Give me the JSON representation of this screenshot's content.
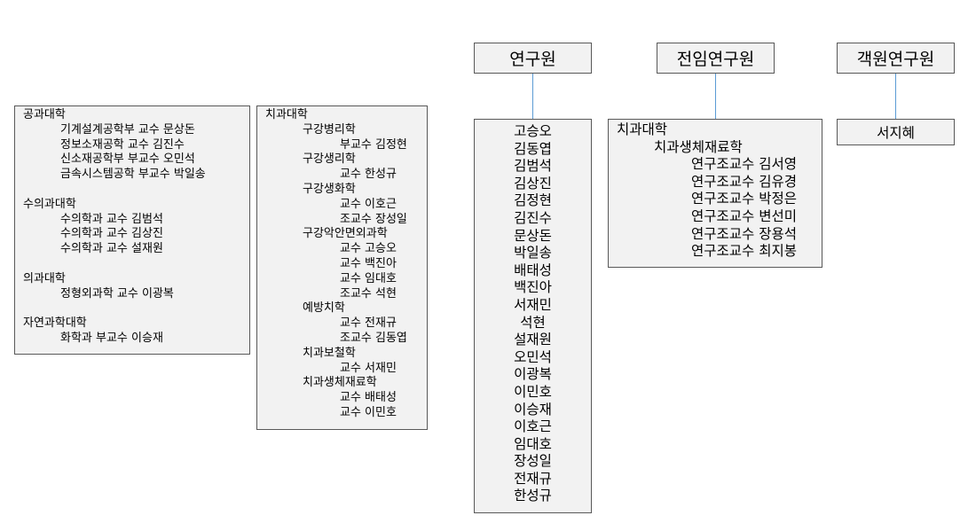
{
  "left_box": {
    "groups": [
      {
        "college": "공과대학",
        "members": [
          "기계설계공학부 교수 문상돈",
          "정보소재공학 교수 김진수",
          "신소재공학부 부교수 오민석",
          "금속시스템공학 부교수 박일송"
        ]
      },
      {
        "college": "수의과대학",
        "members": [
          "수의학과 교수 김범석",
          "수의학과 교수 김상진",
          "수의학과 교수 설재원"
        ]
      },
      {
        "college": "의과대학",
        "members": [
          "정형외과학 교수 이광복"
        ]
      },
      {
        "college": "자연과학대학",
        "members": [
          "화학과 부교수 이승재"
        ]
      }
    ]
  },
  "dental_box": {
    "college": "치과대학",
    "departments": [
      {
        "name": "구강병리학",
        "members": [
          "부교수 김정현"
        ]
      },
      {
        "name": "구강생리학",
        "members": [
          "교수 한성규"
        ]
      },
      {
        "name": "구강생화학",
        "members": [
          "교수 이호근",
          "조교수 장성일"
        ]
      },
      {
        "name": "구강악안면외과학",
        "members": [
          "교수 고승오",
          "교수 백진아",
          "교수 임대호",
          "조교수 석현"
        ]
      },
      {
        "name": "예방치학",
        "members": [
          "교수 전재규",
          "조교수 김동엽"
        ]
      },
      {
        "name": "치과보철학",
        "members": [
          "교수 서재민"
        ]
      },
      {
        "name": "치과생체재료학",
        "members": [
          "교수 배태성",
          "교수 이민호"
        ]
      }
    ]
  },
  "researchers": {
    "title": "연구원",
    "names": [
      "고승오",
      "김동엽",
      "김범석",
      "김상진",
      "김정현",
      "김진수",
      "문상돈",
      "박일송",
      "배태성",
      "백진아",
      "서재민",
      "석현",
      "설재원",
      "오민석",
      "이광복",
      "이민호",
      "이승재",
      "이호근",
      "임대호",
      "장성일",
      "전재규",
      "한성규"
    ]
  },
  "full_time": {
    "title": "전임연구원",
    "college": "치과대학",
    "department": "치과생체재료학",
    "members": [
      "연구조교수 김서영",
      "연구조교수 김유경",
      "연구조교수 박정은",
      "연구조교수 변선미",
      "연구조교수 장용석",
      "연구조교수 최지봉"
    ]
  },
  "visiting": {
    "title": "객원연구원",
    "names": [
      "서지혜"
    ]
  },
  "colors": {
    "box_fill": "#f2f2f2",
    "border": "#595959",
    "connector": "#5b9bd5"
  }
}
